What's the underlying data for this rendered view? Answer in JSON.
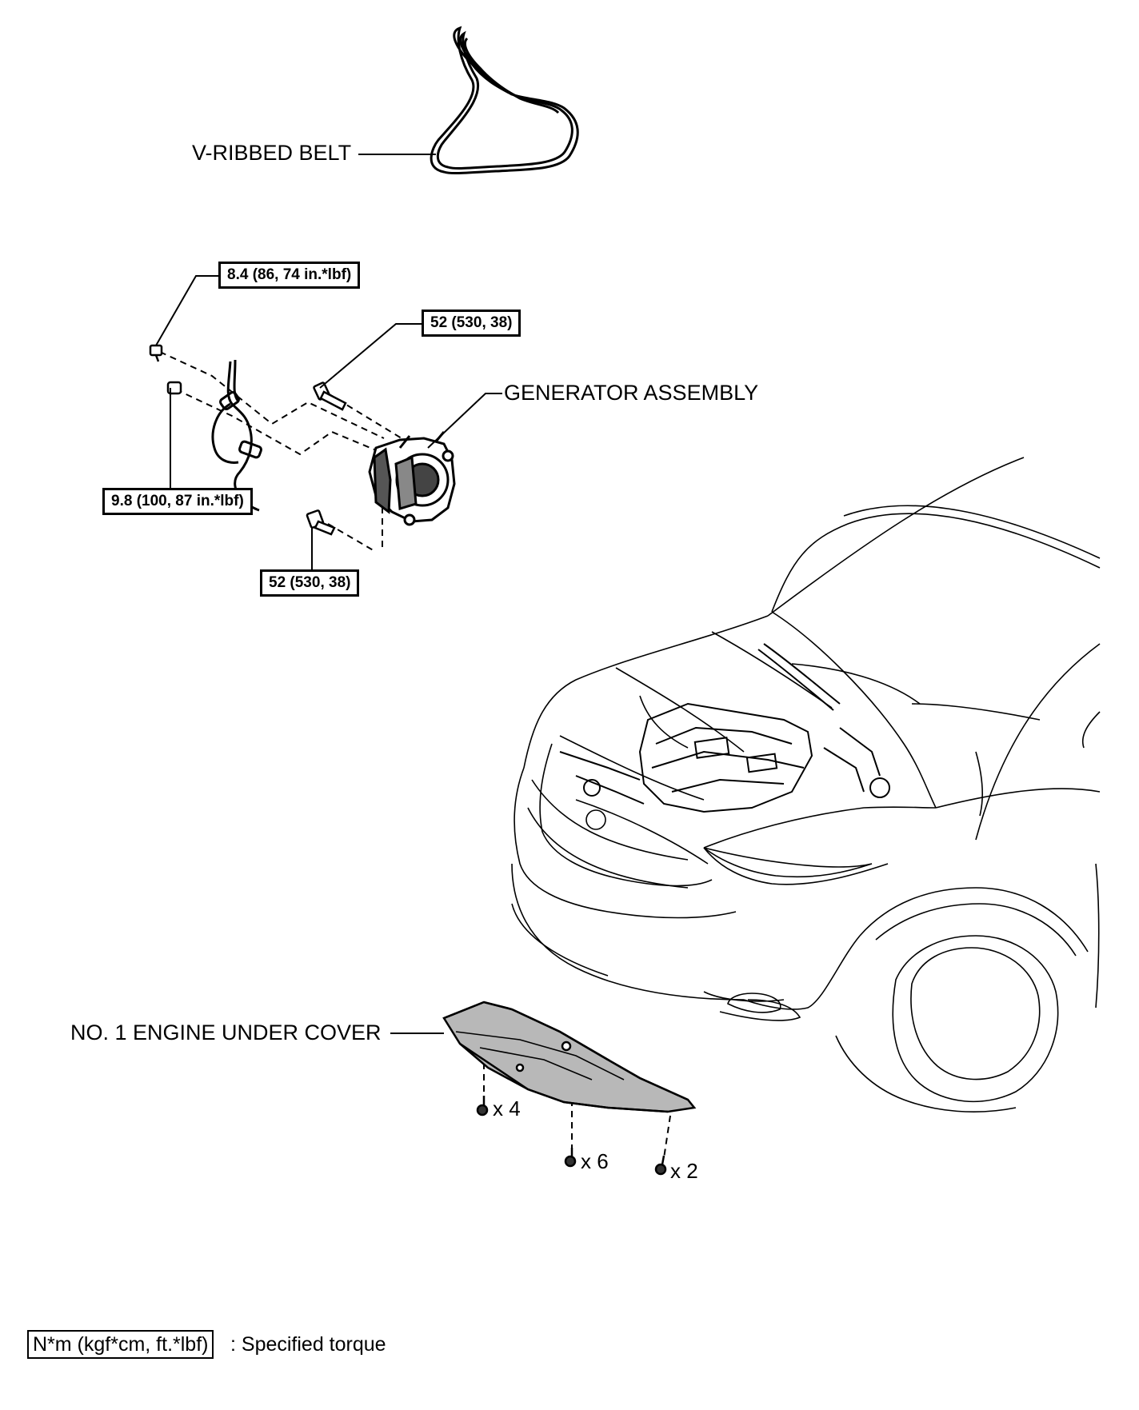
{
  "labels": {
    "belt": "V-RIBBED BELT",
    "generator": "GENERATOR ASSEMBLY",
    "under_cover": "NO. 1 ENGINE UNDER COVER"
  },
  "torques": {
    "upper_bolt": "8.4 (86, 74 in.*lbf)",
    "pivot_bolt": "52 (530, 38)",
    "nut": "9.8 (100, 87 in.*lbf)",
    "lower_bolt": "52 (530, 38)"
  },
  "quantities": {
    "left_clips": "x 4",
    "center_bolts": "x 6",
    "right_bolts": "x 2"
  },
  "legend": {
    "unit": "N*m (kgf*cm, ft.*lbf)",
    "description": ": Specified torque"
  }
}
